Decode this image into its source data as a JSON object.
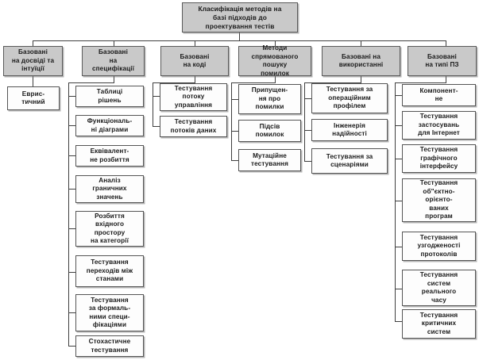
{
  "diagram": {
    "title": "Класифікація методів на\nбазі підходів до\nпроектування тестів",
    "root": {
      "label": "Класифікація методів на\nбазі підходів до\nпроектування тестів"
    },
    "branches": [
      {
        "id": "experience",
        "label": "Базовані\nна досвіді та\nінтуїції",
        "children": [
          {
            "label": "Еврис-\nтичний"
          }
        ]
      },
      {
        "id": "specification",
        "label": "Базовані\nна\nспецифікації",
        "children": [
          {
            "label": "Таблиці\nрішень"
          },
          {
            "label": "Функціональ-\nні діаграми"
          },
          {
            "label": "Еквівалент-\nне розбиття"
          },
          {
            "label": "Аналіз\nграничних\nзначень"
          },
          {
            "label": "Розбиття\nвхідного\nпростору\nна категорії"
          },
          {
            "label": "Тестування\nпереходів між\nстанами"
          },
          {
            "label": "Тестування\nза формаль-\nними специ-\nфікаціями"
          },
          {
            "label": "Стохастичне\nтестування"
          }
        ]
      },
      {
        "id": "code",
        "label": "Базовані\nна коді",
        "children": [
          {
            "label": "Тестування\nпотоку\nуправління"
          },
          {
            "label": "Тестування\nпотоків даних"
          }
        ]
      },
      {
        "id": "fault-search",
        "label": "Методи\nспрямованого\nпошуку\nпомилок",
        "children": [
          {
            "label": "Припущен-\nня про\nпомилки"
          },
          {
            "label": "Підсів\nпомилок"
          },
          {
            "label": "Мутаційне\nтестування"
          }
        ]
      },
      {
        "id": "usage",
        "label": "Базовані на\nвикористанні",
        "children": [
          {
            "label": "Тестування за\nопераційним\nпрофілем"
          },
          {
            "label": "Інженерія\nнадійності"
          },
          {
            "label": "Тестування за\nсценаріями"
          }
        ]
      },
      {
        "id": "software-type",
        "label": "Базовані\nна типі ПЗ",
        "children": [
          {
            "label": "Компонент-\nне"
          },
          {
            "label": "Тестування\nзастосувань\nдля Інтернет"
          },
          {
            "label": "Тестування\nграфічного\nінтерфейсу"
          },
          {
            "label": "Тестування\nоб\"єктно-\nорієнто-\nваних\nпрограм"
          },
          {
            "label": "Тестування\nузгодженості\nпротоколів"
          },
          {
            "label": "Тестування\nсистем\nреального\nчасу"
          },
          {
            "label": "Тестування\nкритичних\nсистем"
          }
        ]
      }
    ],
    "colors": {
      "level1_fill": "#c9c9c9",
      "level2_fill": "#c9c9c9",
      "leaf_fill": "#ffffff",
      "border": "#4a4a4a",
      "connector": "#3f3f3f",
      "background": "#ffffff",
      "text": "#1a1a1a"
    }
  }
}
